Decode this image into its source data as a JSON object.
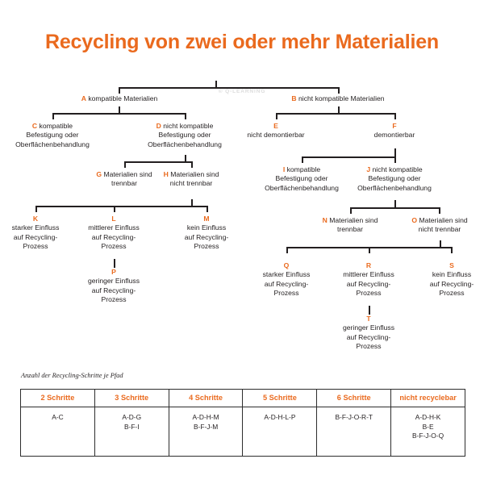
{
  "title": "Recycling von zwei oder mehr Materialien",
  "watermark": "© Q-LEARNING",
  "tree": {
    "nodes": {
      "A": {
        "key": "A",
        "lines": [
          "kompatible Materialien"
        ]
      },
      "B": {
        "key": "B",
        "lines": [
          "nicht kompatible Materialien"
        ]
      },
      "C": {
        "key": "C",
        "lines": [
          "kompatible",
          "Befestigung oder",
          "Oberflächenbehandlung"
        ]
      },
      "D": {
        "key": "D",
        "lines": [
          "nicht kompatible",
          "Befestigung oder",
          "Oberflächenbehandlung"
        ]
      },
      "E": {
        "key": "E",
        "lines": [
          "nicht demontierbar"
        ]
      },
      "F": {
        "key": "F",
        "lines": [
          "demontierbar"
        ]
      },
      "G": {
        "key": "G",
        "lines": [
          "Materialien sind",
          "trennbar"
        ]
      },
      "H": {
        "key": "H",
        "lines": [
          "Materialien sind",
          "nicht trennbar"
        ]
      },
      "I": {
        "key": "I",
        "lines": [
          "kompatible",
          "Befestigung oder",
          "Oberflächenbehandlung"
        ]
      },
      "J": {
        "key": "J",
        "lines": [
          "nicht kompatible",
          "Befestigung oder",
          "Oberflächenbehandlung"
        ]
      },
      "K": {
        "key": "K",
        "lines": [
          "starker Einfluss",
          "auf Recycling-",
          "Prozess"
        ]
      },
      "L": {
        "key": "L",
        "lines": [
          "mittlerer Einfluss",
          "auf Recycling-",
          "Prozess"
        ]
      },
      "M": {
        "key": "M",
        "lines": [
          "kein Einfluss",
          "auf Recycling-",
          "Prozess"
        ]
      },
      "N": {
        "key": "N",
        "lines": [
          "Materialien sind",
          "trennbar"
        ]
      },
      "O": {
        "key": "O",
        "lines": [
          "Materialien sind",
          "nicht trennbar"
        ]
      },
      "P": {
        "key": "P",
        "lines": [
          "geringer Einfluss",
          "auf Recycling-",
          "Prozess"
        ]
      },
      "Q": {
        "key": "Q",
        "lines": [
          "starker Einfluss",
          "auf Recycling-",
          "Prozess"
        ]
      },
      "R": {
        "key": "R",
        "lines": [
          "mittlerer Einfluss",
          "auf Recycling-",
          "Prozess"
        ]
      },
      "S": {
        "key": "S",
        "lines": [
          "kein Einfluss",
          "auf Recycling-",
          "Prozess"
        ]
      },
      "T": {
        "key": "T",
        "lines": [
          "geringer Einfluss",
          "auf Recycling-",
          "Prozess"
        ]
      }
    }
  },
  "table": {
    "caption": "Anzahl der Recycling-Schritte je Pfad",
    "headers": [
      "2 Schritte",
      "3 Schritte",
      "4 Schritte",
      "5 Schritte",
      "6 Schritte",
      "nicht recyclebar"
    ],
    "rows": [
      [
        [
          "A-C"
        ],
        [
          "A-D-G",
          "B-F-I"
        ],
        [
          "A-D-H-M",
          "B-F-J-M"
        ],
        [
          "A-D-H-L-P"
        ],
        [
          "B-F-J-O-R-T"
        ],
        [
          "A-D-H-K",
          "B-E",
          "B-F-J-O-Q"
        ]
      ]
    ]
  },
  "colors": {
    "accent": "#ea6a1e",
    "line": "#231f20",
    "text": "#231f20"
  }
}
